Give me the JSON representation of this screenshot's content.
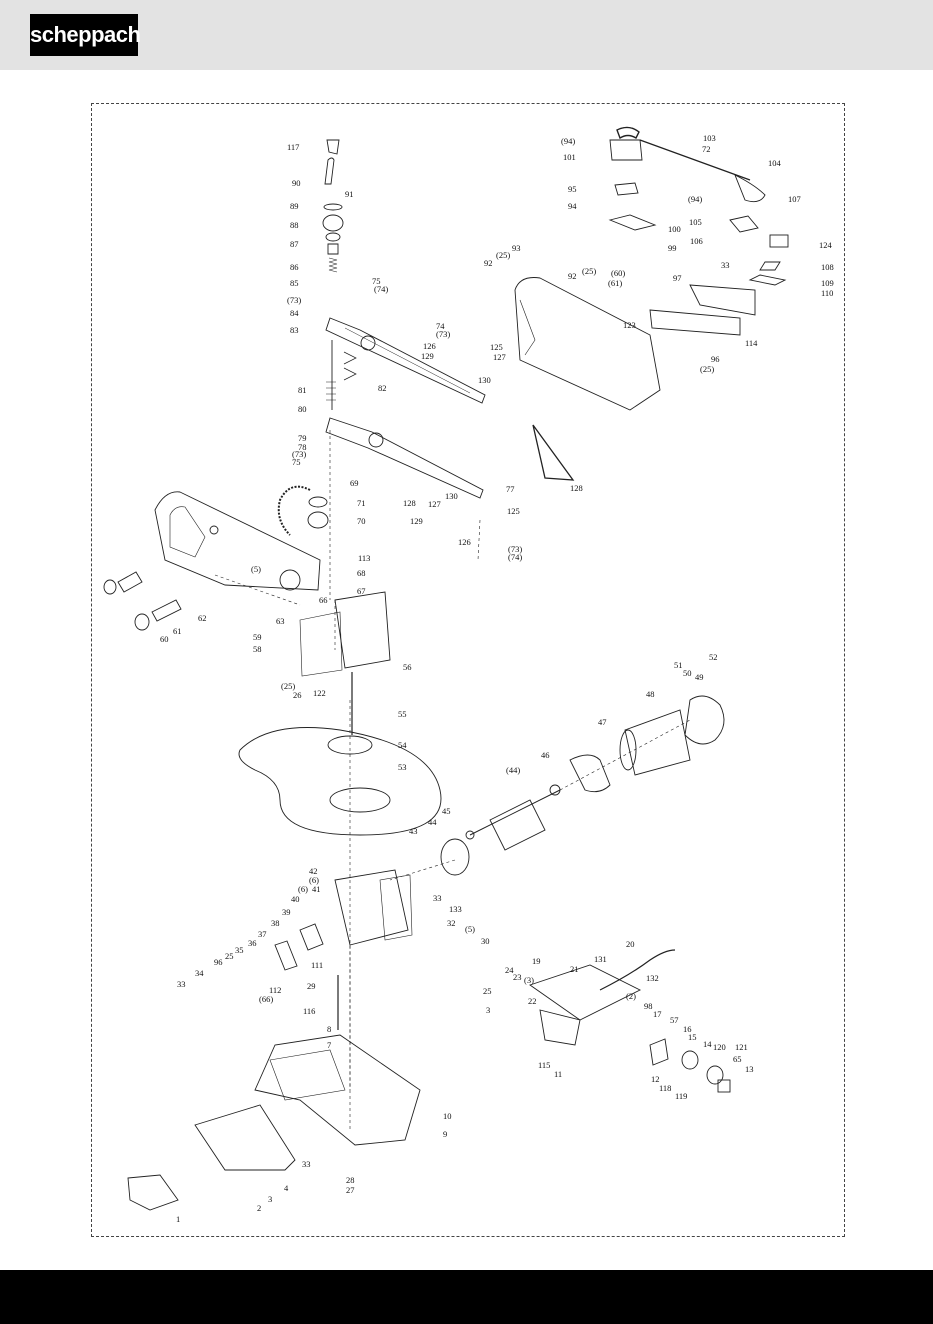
{
  "brand": {
    "logo_text": "scheppach",
    "accent": "#000000",
    "header_bg": "#e3e3e3"
  },
  "diagram": {
    "type": "exploded-parts-view",
    "part_labels": [
      "117",
      "90",
      "91",
      "89",
      "88",
      "87",
      "86",
      "85",
      "75",
      "(74)",
      "(73)",
      "84",
      "83",
      "74",
      "(73)",
      "126",
      "125",
      "129",
      "127",
      "130",
      "81",
      "82",
      "80",
      "79",
      "78",
      "(73)",
      "75",
      "77",
      "128",
      "69",
      "71",
      "70",
      "113",
      "128",
      "127",
      "130",
      "129",
      "125",
      "126",
      "(73)",
      "(74)",
      "68",
      "(5)",
      "67",
      "66",
      "63",
      "62",
      "61",
      "60",
      "59",
      "58",
      "56",
      "(25)",
      "26",
      "122",
      "55",
      "54",
      "53",
      "(94)",
      "101",
      "103",
      "72",
      "104",
      "107",
      "95",
      "94",
      "(94)",
      "105",
      "100",
      "106",
      "99",
      "124",
      "93",
      "(25)",
      "92",
      "(25)",
      "92",
      "(60)",
      "(61)",
      "33",
      "108",
      "109",
      "110",
      "97",
      "123",
      "114",
      "96",
      "(25)",
      "52",
      "51",
      "50",
      "49",
      "48",
      "47",
      "46",
      "(44)",
      "45",
      "44",
      "43",
      "42",
      "(6)",
      "41",
      "(6)",
      "40",
      "39",
      "38",
      "37",
      "36",
      "35",
      "25",
      "96",
      "34",
      "33",
      "(66)",
      "112",
      "111",
      "33",
      "133",
      "32",
      "(5)",
      "30",
      "24",
      "23",
      "(3)",
      "25",
      "3",
      "29",
      "116",
      "8",
      "7",
      "10",
      "9",
      "33",
      "28",
      "27",
      "4",
      "3",
      "2",
      "1",
      "20",
      "131",
      "132",
      "21",
      "19",
      "(2)",
      "98",
      "17",
      "22",
      "57",
      "16",
      "15",
      "14",
      "120",
      "121",
      "65",
      "13",
      "12",
      "118",
      "119",
      "115",
      "11"
    ]
  }
}
